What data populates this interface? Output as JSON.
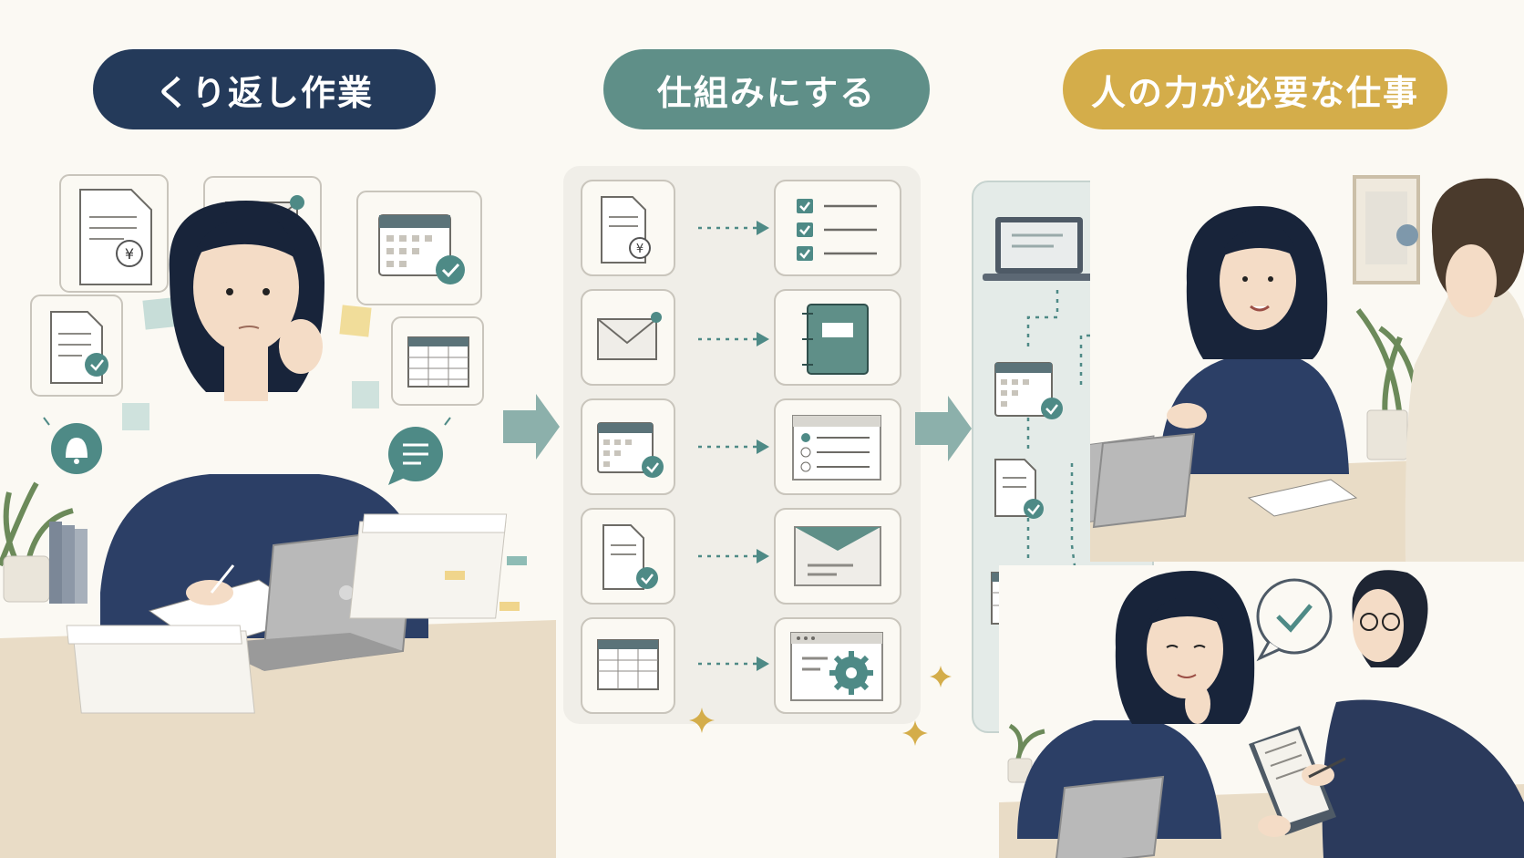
{
  "header": {
    "step1": "くり返し作業",
    "step2": "仕組みにする",
    "step3": "人の力が必要な仕事"
  },
  "colors": {
    "background": "#fbf9f3",
    "step1": "#243a5a",
    "step2": "#5f8f88",
    "step3": "#d4ad4a",
    "accent_teal": "#4e8a86",
    "shirt_navy": "#2c3f66"
  },
  "icons": {
    "left": [
      "invoice-yen-icon",
      "mail-icon",
      "calendar-check-icon",
      "document-check-icon",
      "spreadsheet-icon",
      "bell-icon",
      "chat-bubble-icon"
    ],
    "process_inputs": [
      "invoice-yen-icon",
      "mail-icon",
      "calendar-check-icon",
      "document-check-icon",
      "spreadsheet-icon"
    ],
    "process_outputs": [
      "checklist-icon",
      "binder-icon",
      "radio-list-icon",
      "envelope-open-icon",
      "browser-gear-icon"
    ],
    "flow": [
      "laptop-icon",
      "gear-icon",
      "calendar-check-icon",
      "document-check-icon",
      "spreadsheet-icon",
      "down-arrow-icon"
    ]
  }
}
